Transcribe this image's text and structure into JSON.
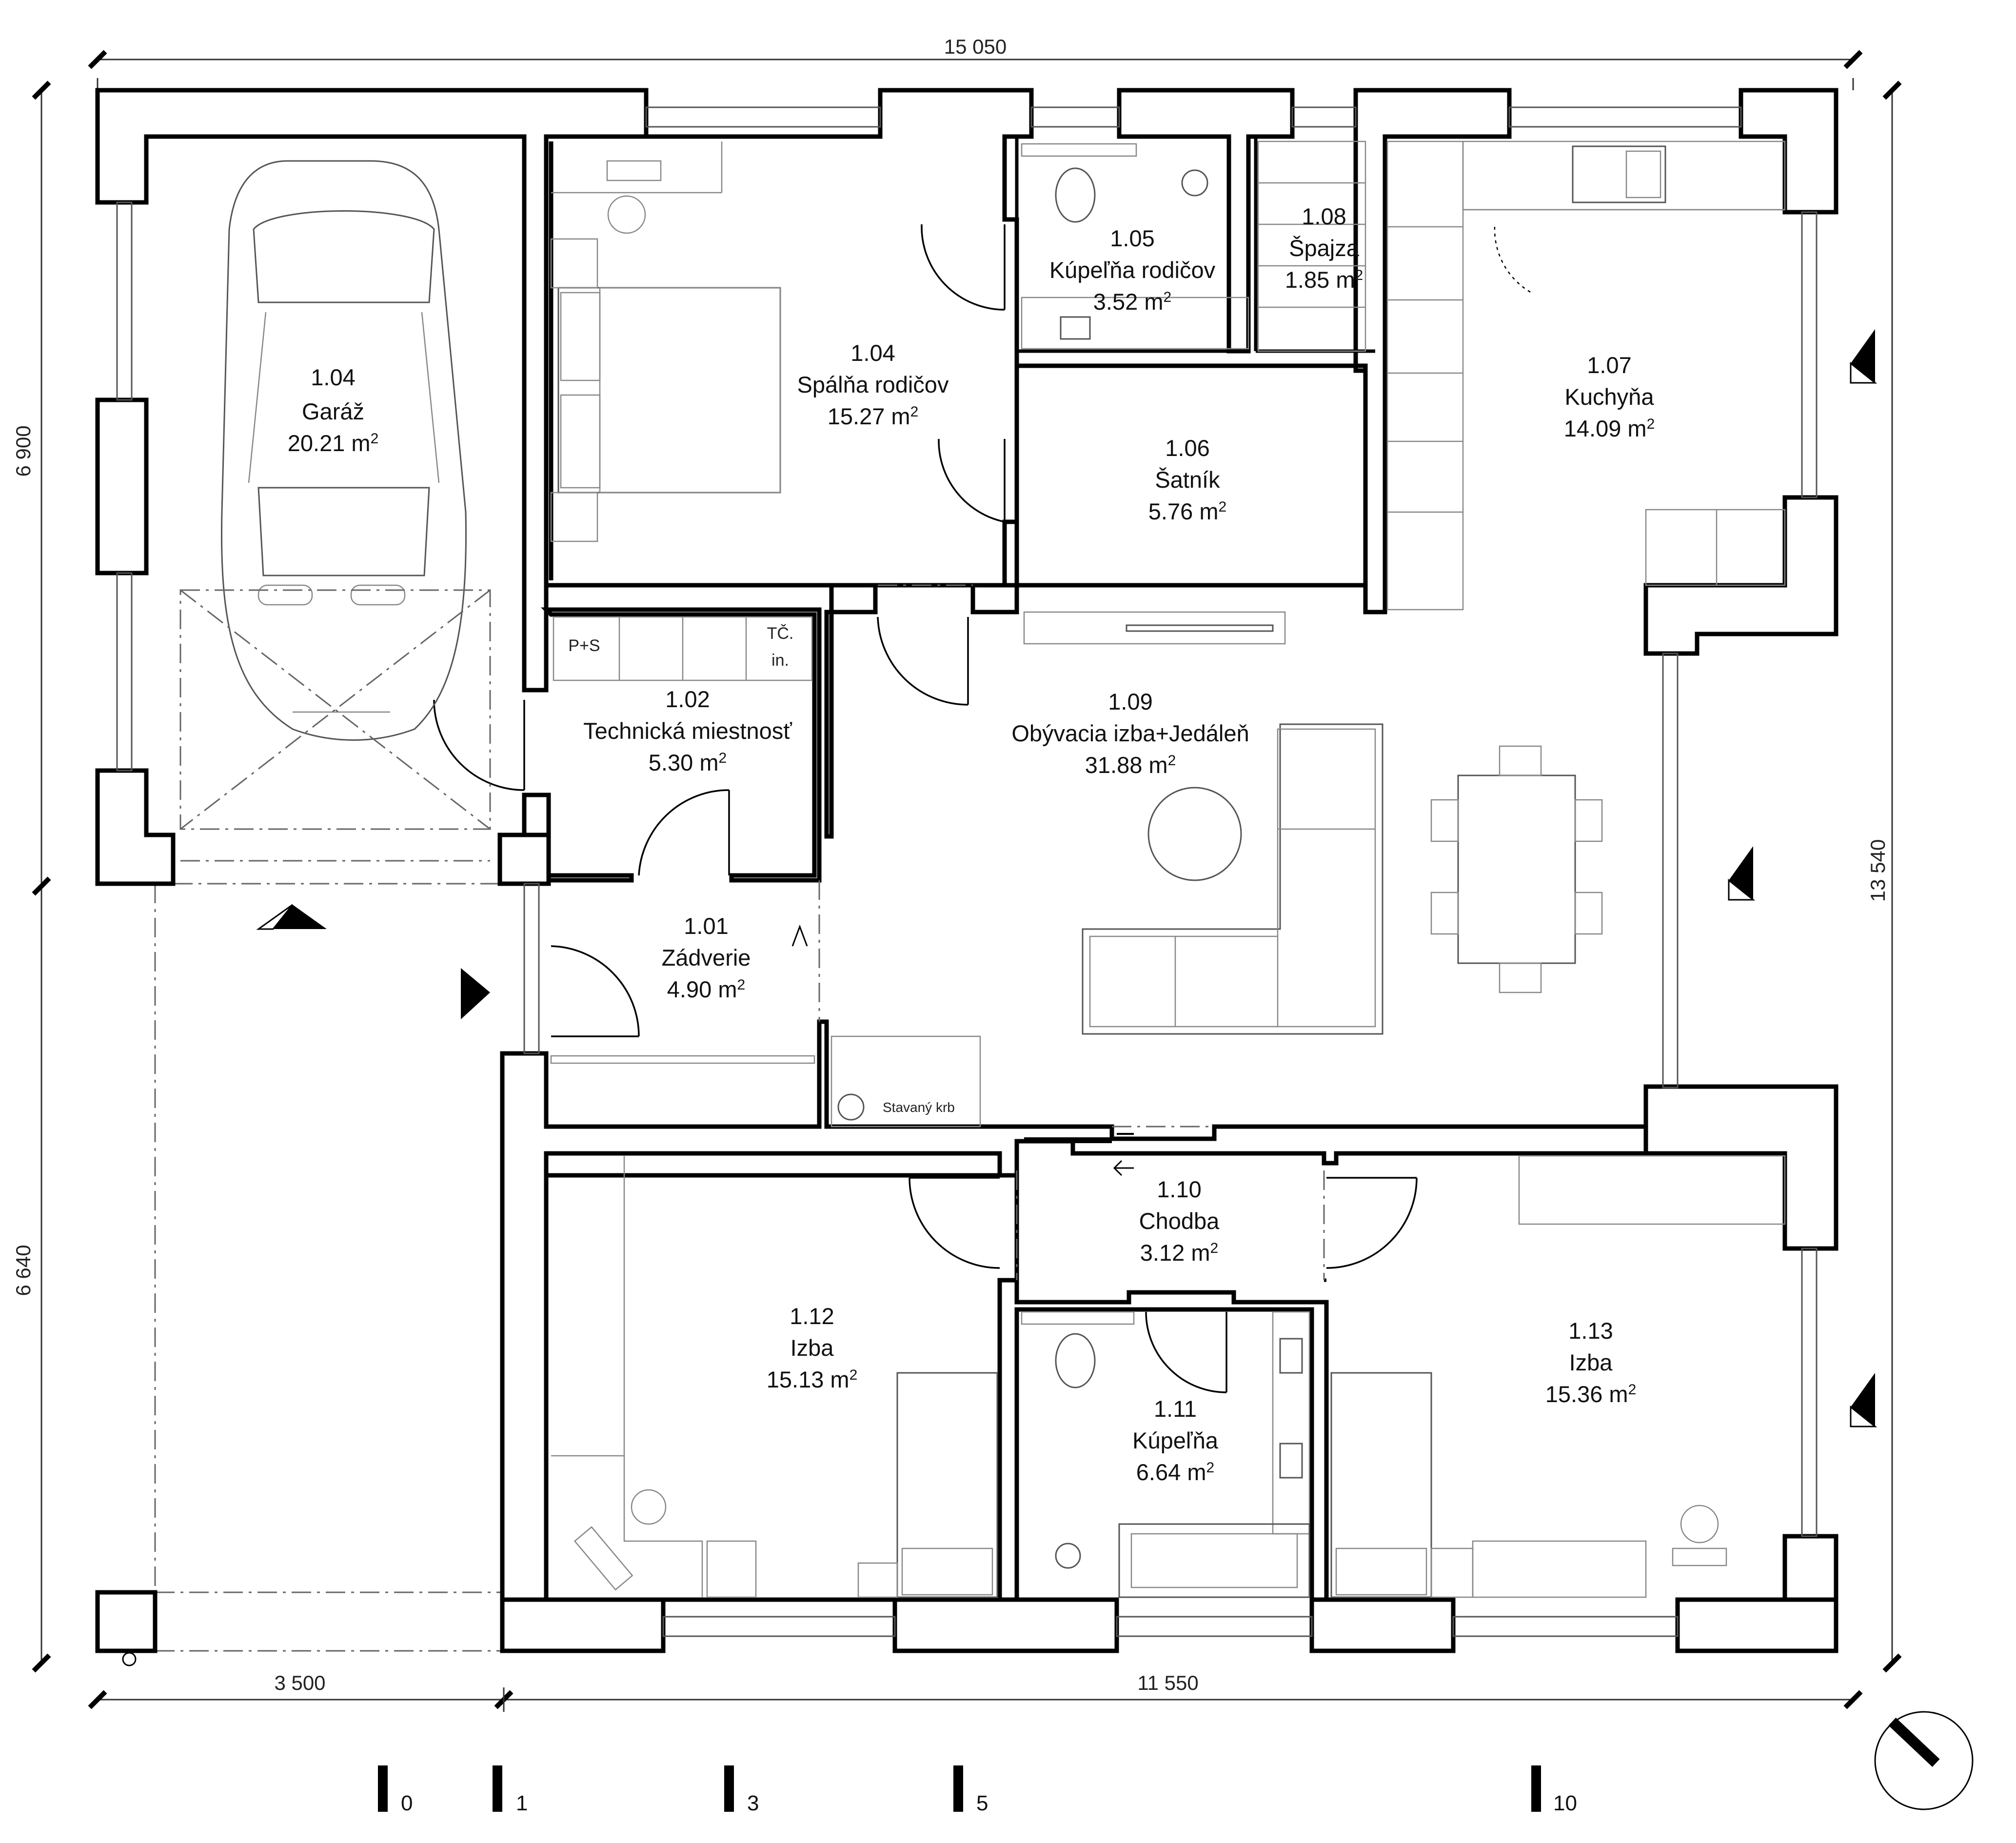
{
  "rooms": [
    {
      "id": "1.04",
      "name": "Garáž",
      "area": "20.21"
    },
    {
      "id": "1.04",
      "name": "Spálňa rodičov",
      "area": "15.27"
    },
    {
      "id": "1.05",
      "name": "Kúpeľňa rodičov",
      "area": "3.52"
    },
    {
      "id": "1.08",
      "name": "Špajza",
      "area": "1.85"
    },
    {
      "id": "1.07",
      "name": "Kuchyňa",
      "area": "14.09"
    },
    {
      "id": "1.06",
      "name": "Šatník",
      "area": "5.76"
    },
    {
      "id": "1.02",
      "name": "Technická miestnosť",
      "area": "5.30"
    },
    {
      "id": "1.09",
      "name": "Obývacia izba+Jedáleň",
      "area": "31.88"
    },
    {
      "id": "1.01",
      "name": "Zádverie",
      "area": "4.90"
    },
    {
      "id": "1.10",
      "name": "Chodba",
      "area": "3.12"
    },
    {
      "id": "1.12",
      "name": "Izba",
      "area": "15.13"
    },
    {
      "id": "1.11",
      "name": "Kúpeľňa",
      "area": "6.64"
    },
    {
      "id": "1.13",
      "name": "Izba",
      "area": "15.36"
    }
  ],
  "area_unit": "m",
  "area_exp": "2",
  "labels": {
    "ps": "P+S",
    "tc": "TČ.",
    "in": "in.",
    "fireplace": "Stavaný krb"
  },
  "dimensions": {
    "top": "15 050",
    "left_upper": "6 900",
    "left_lower": "6 640",
    "right": "13 540",
    "bottom_left": "3 500",
    "bottom_right": "11 550"
  },
  "scale_bar": [
    "0",
    "1",
    "3",
    "5",
    "10"
  ],
  "north_arrow": "north-arrow-icon"
}
